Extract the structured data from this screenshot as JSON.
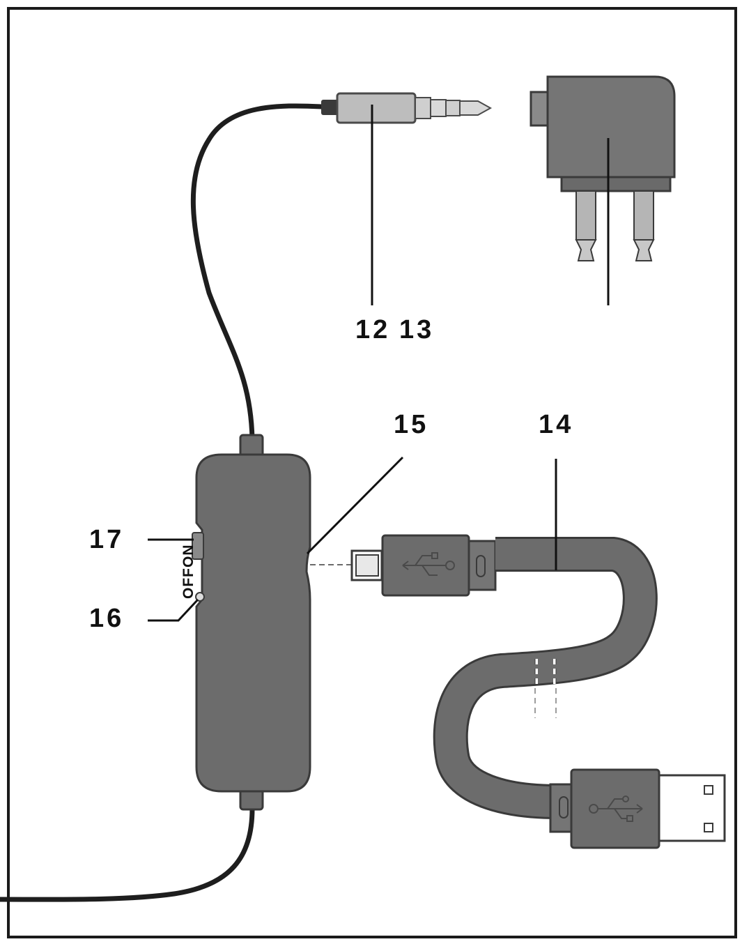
{
  "callouts": {
    "c12": "12",
    "c13": "13",
    "c14": "14",
    "c15": "15",
    "c16": "16",
    "c17": "17"
  },
  "switch": {
    "off_on_label": "OFFON"
  },
  "colors": {
    "body_gray": "#6c6c6c",
    "outline": "#3a3a3a",
    "cable_black": "#1e1e1e",
    "jack_silver": "#bdbdbd",
    "adapter_gray": "#757575",
    "leader_line": "#111111"
  }
}
